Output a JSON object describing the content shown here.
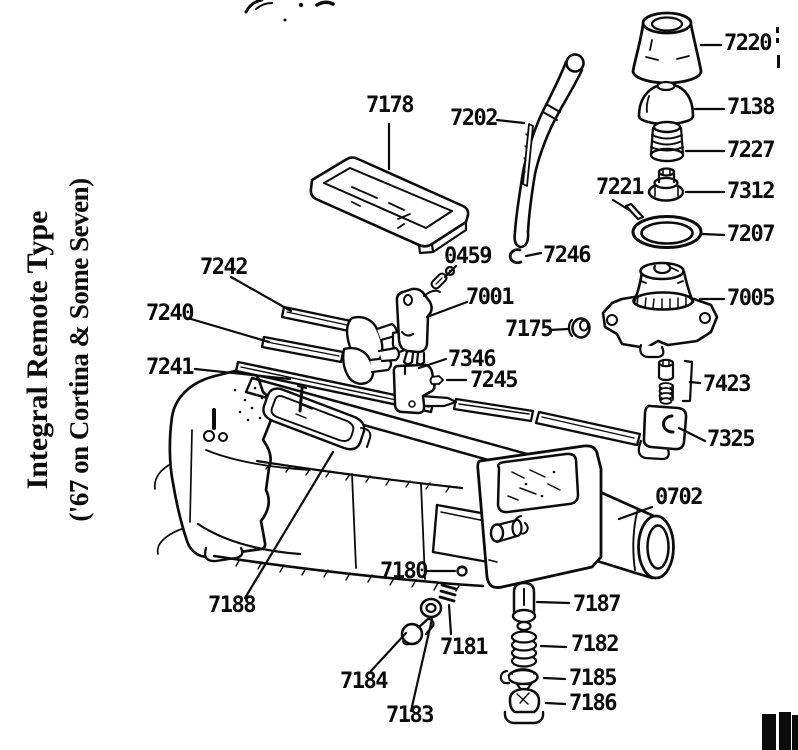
{
  "title": {
    "line1": "Integral Remote Type",
    "line2": "('67 on Cortina & Some Seven)"
  },
  "colors": {
    "ink": "#0b0b0b",
    "paper": "#ffffff"
  },
  "labels": {
    "p7178": "7178",
    "p7202": "7202",
    "p7220": "7220",
    "p7138": "7138",
    "p7227": "7227",
    "p7221": "7221",
    "p7312": "7312",
    "p7207": "7207",
    "p7005": "7005",
    "p7175": "7175",
    "p0459": "0459",
    "p7246": "7246",
    "p7001": "7001",
    "p7346": "7346",
    "p7245": "7245",
    "p7242": "7242",
    "p7240": "7240",
    "p7241": "7241",
    "p7423": "7423",
    "p7325": "7325",
    "p0702": "0702",
    "p7188": "7188",
    "p7180": "7180",
    "p7181": "7181",
    "p7184": "7184",
    "p7183": "7183",
    "p7187": "7187",
    "p7182": "7182",
    "p7185": "7185",
    "p7186": "7186"
  }
}
